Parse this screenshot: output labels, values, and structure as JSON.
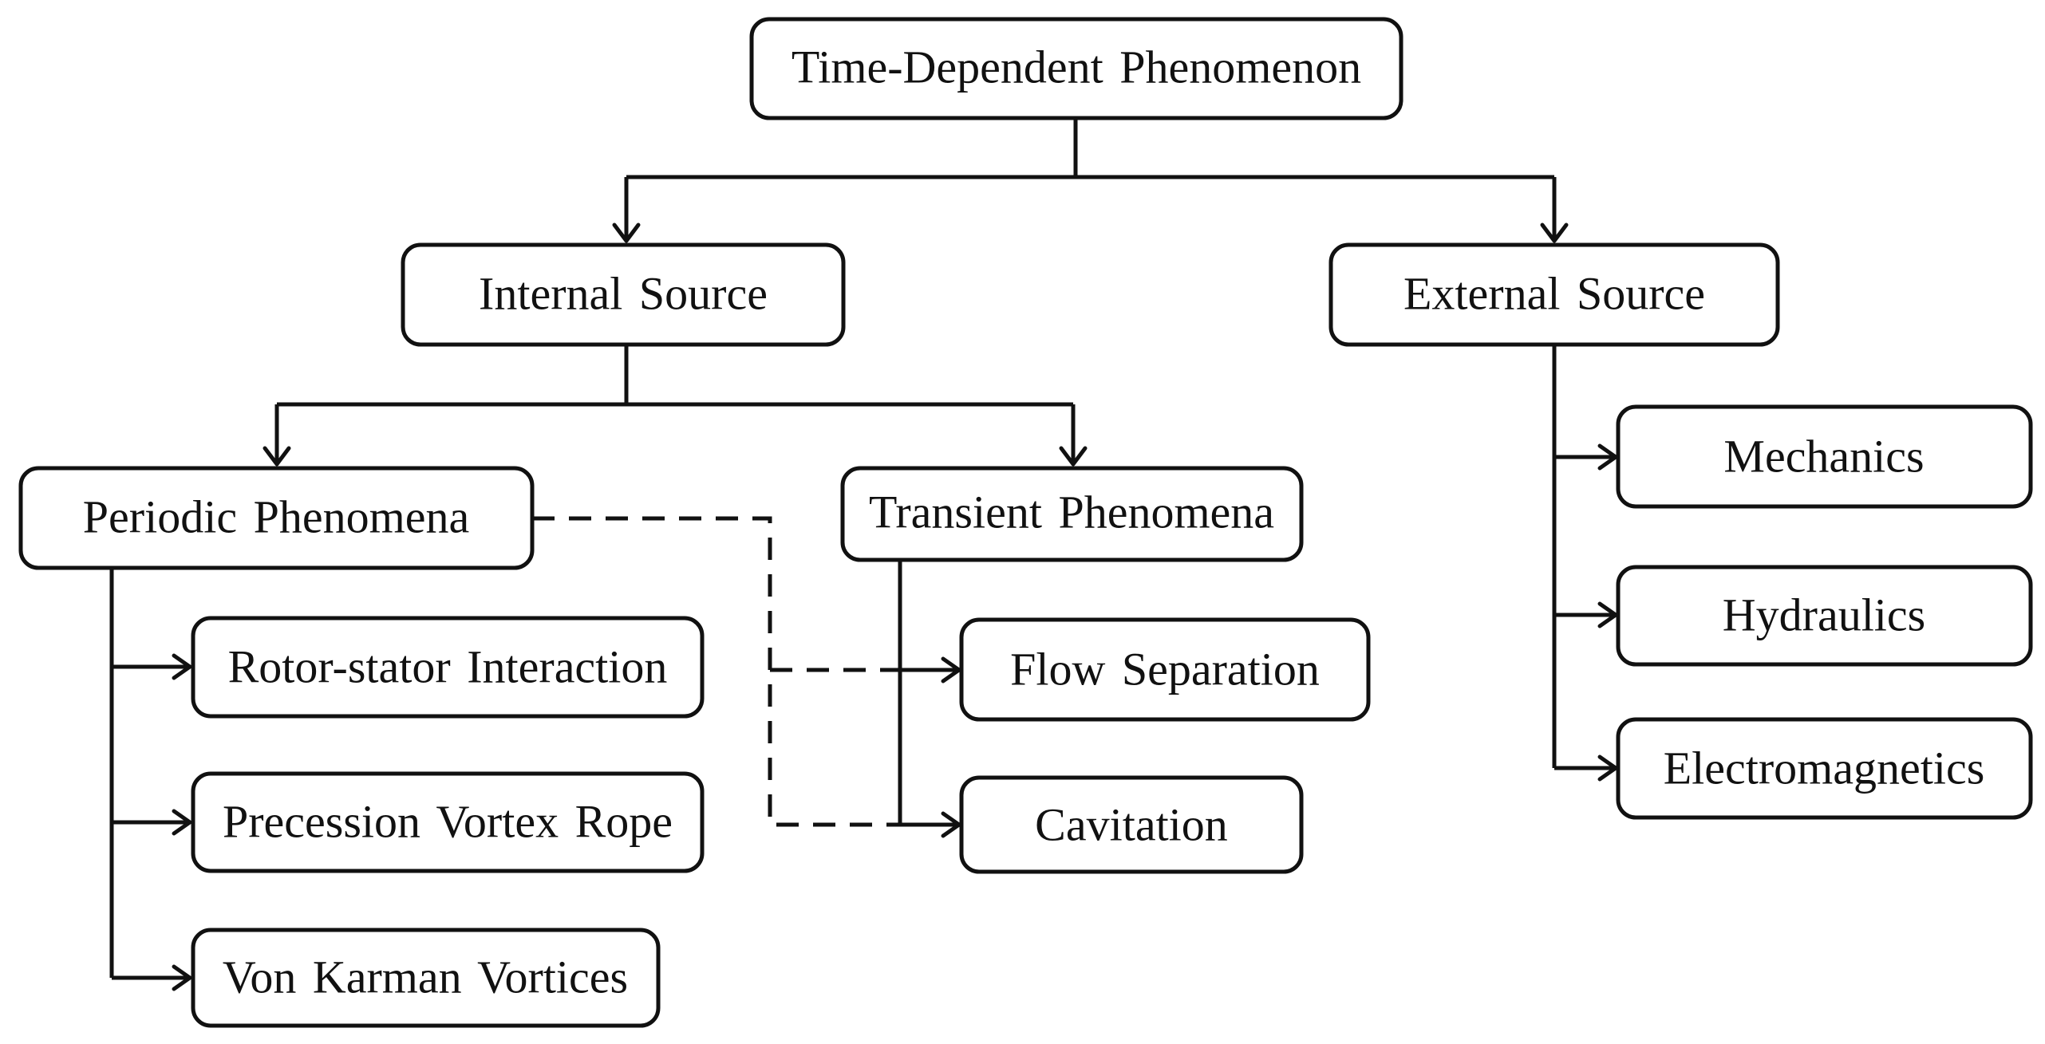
{
  "nodes": {
    "root": "Time-Dependent Phenomenon",
    "internal": "Internal Source",
    "external": "External Source",
    "periodic": "Periodic Phenomena",
    "transient": "Transient Phenomena",
    "rotor_stator": "Rotor-stator Interaction",
    "precession": "Precession Vortex Rope",
    "von_karman": "Von Karman Vortices",
    "flow_separation": "Flow Separation",
    "cavitation": "Cavitation",
    "mechanics": "Mechanics",
    "hydraulics": "Hydraulics",
    "electromagnetics": "Electromagnetics"
  },
  "colors": {
    "stroke": "#111111",
    "background": "#ffffff"
  }
}
